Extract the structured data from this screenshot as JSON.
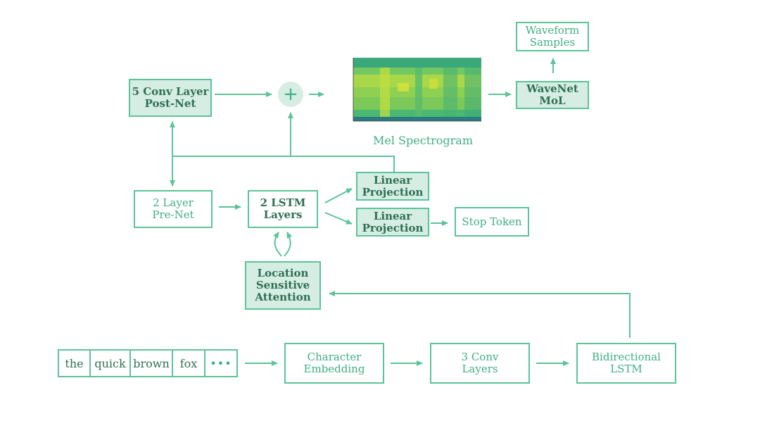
{
  "colors": {
    "accent": "#5cc39a",
    "fill": "#d5ede3",
    "dark_text": "#2f6f55"
  },
  "nodes": {
    "post_net": [
      "5 Conv Layer",
      "Post-Net"
    ],
    "pre_net": [
      "2 Layer",
      "Pre-Net"
    ],
    "lstm": [
      "2 LSTM",
      "Layers"
    ],
    "linear1": [
      "Linear",
      "Projection"
    ],
    "linear2": [
      "Linear",
      "Projection"
    ],
    "stop_token": "Stop Token",
    "attention": [
      "Location",
      "Sensitive",
      "Attention"
    ],
    "char_embed": [
      "Character",
      "Embedding"
    ],
    "conv3": [
      "3 Conv",
      "Layers"
    ],
    "bilstm": [
      "Bidirectional",
      "LSTM"
    ],
    "wavenet": [
      "WaveNet",
      "MoL"
    ],
    "waveform": [
      "Waveform",
      "Samples"
    ],
    "mel_label": "Mel  Spectrogram"
  },
  "input_words": [
    "the",
    "quick",
    "brown",
    "fox",
    "•••"
  ],
  "sum_symbol": "+"
}
